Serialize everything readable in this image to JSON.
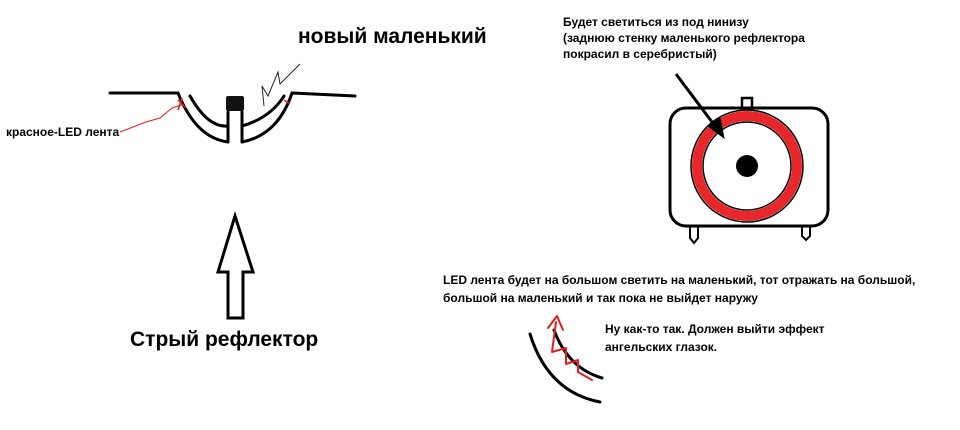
{
  "labels": {
    "new_small": "новый маленький",
    "old_reflector": "Стрый рефлектор",
    "red_led_strip": "красное-LED лента"
  },
  "notes": {
    "glow_from_below": [
      "Будет светиться из под нинизу",
      "(заднюю стенку маленького рефлектора",
      "покрасил в серебристый)"
    ],
    "led_strip_bounce": [
      "LED лента будет на большом светить на маленький, тот отражать на большой,",
      "большой на маленький и так пока не выйдет наружу"
    ],
    "angel_eyes": [
      "Ну как-то так. Должен выйти эффект",
      "ангельских глазок."
    ]
  },
  "colors": {
    "ink": "#000000",
    "red_ring": "#e8272b",
    "red_line": "#e02020",
    "background": "#ffffff"
  }
}
